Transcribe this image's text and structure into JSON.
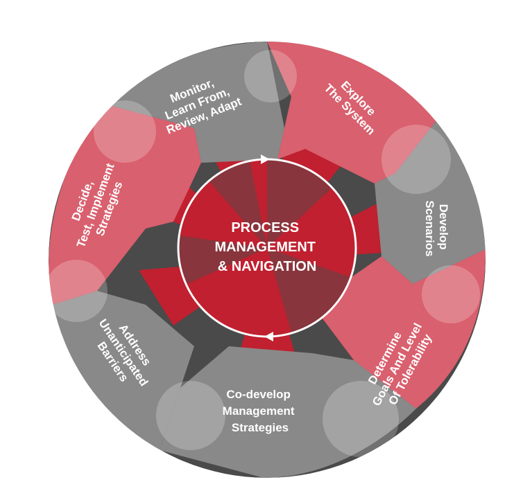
{
  "center": {
    "lines": [
      "PROCESS",
      "MANAGEMENT",
      "& NAVIGATION"
    ]
  },
  "segments": [
    {
      "lines": [
        "Explore",
        "The System"
      ]
    },
    {
      "lines": [
        "Develop",
        "Scenarios"
      ]
    },
    {
      "lines": [
        "Determine",
        "Goals And Level",
        "Of Tolerability"
      ]
    },
    {
      "lines": [
        "Co-develop",
        "Management",
        "Strategies"
      ]
    },
    {
      "lines": [
        "Address",
        "Unanticipated",
        "Barriers"
      ]
    },
    {
      "lines": [
        "Decide,",
        "Test, Implement",
        "Strategies"
      ]
    },
    {
      "lines": [
        "Monitor,",
        "Learn From,",
        "Review, Adapt"
      ]
    }
  ],
  "colors": {
    "red": "#d9606e",
    "gray": "#898989",
    "dark_red": "#c0202f",
    "dark_gray": "#4a4a4a",
    "maroon": "#7e3a40",
    "white": "#ffffff"
  }
}
